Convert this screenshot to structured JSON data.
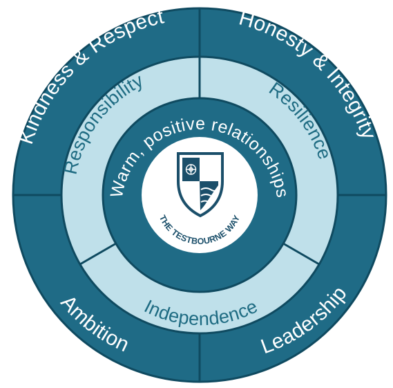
{
  "colors": {
    "outer_ring": "#1f6b86",
    "middle_ring": "#bfe0ea",
    "inner_ring": "#1f6b86",
    "divider": "#0f4a60",
    "center": "#ffffff",
    "crest_blue": "#1b4f6a"
  },
  "outer_ring": {
    "values": [
      "Kindness & Respect",
      "Honesty & Integrity",
      "Ambition",
      "Leadership"
    ]
  },
  "middle_ring": {
    "values": [
      "Responsibility",
      "Resilience",
      "Independence"
    ]
  },
  "inner_ring": {
    "text": "Warm, positive relationships"
  },
  "crest": {
    "motto": "THE TESTBOURNE WAY",
    "icon": "shield-crest-icon"
  }
}
